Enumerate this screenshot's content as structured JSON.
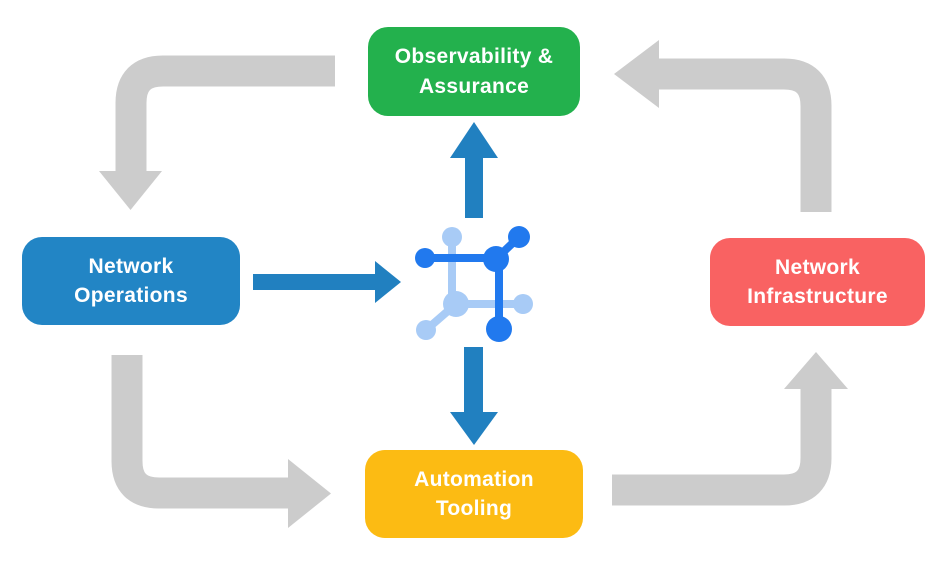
{
  "diagram": {
    "type": "cycle-flow-diagram",
    "nodes": [
      {
        "id": "observability-assurance",
        "label": "Observability &\nAssurance",
        "color": "#23B14D"
      },
      {
        "id": "network-operations",
        "label": "Network\nOperations",
        "color": "#2285C5"
      },
      {
        "id": "network-infrastructure",
        "label": "Network\nInfrastructure",
        "color": "#F96262"
      },
      {
        "id": "automation-tooling",
        "label": "Automation\nTooling",
        "color": "#FCBB13"
      }
    ],
    "center_icon": "network-mesh-icon",
    "edges": [
      {
        "from": "observability-assurance",
        "to": "network-operations",
        "style": "gray-elbow"
      },
      {
        "from": "network-operations",
        "to": "automation-tooling",
        "style": "gray-elbow"
      },
      {
        "from": "automation-tooling",
        "to": "network-infrastructure",
        "style": "gray-elbow"
      },
      {
        "from": "network-infrastructure",
        "to": "observability-assurance",
        "style": "gray-elbow"
      },
      {
        "from": "network-operations",
        "to": "center-icon",
        "style": "blue-straight"
      },
      {
        "from": "center-icon",
        "to": "observability-assurance",
        "style": "blue-straight"
      },
      {
        "from": "center-icon",
        "to": "automation-tooling",
        "style": "blue-straight"
      }
    ]
  },
  "colors": {
    "background": "#FFFFFF",
    "green": "#23B14D",
    "blue": "#2285C5",
    "red": "#F96262",
    "yellow": "#FCBB13",
    "arrow_gray": "#CCCCCC",
    "arrow_blue": "#2180C0",
    "icon_dark_blue": "#2179EE",
    "icon_light_blue": "#A8CBF6",
    "text": "#FFFFFF"
  }
}
